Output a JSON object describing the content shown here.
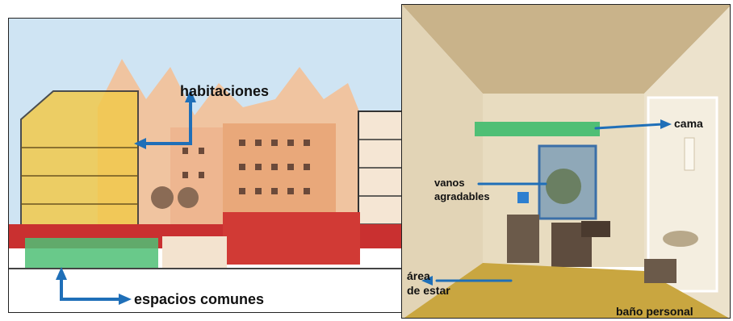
{
  "left_panel": {
    "labels": {
      "habitaciones": "habitaciones",
      "espacios_comunes": "espacios comunes"
    }
  },
  "right_panel": {
    "labels": {
      "cama": "cama",
      "vanos_line1": "vanos",
      "vanos_line2": "agradables",
      "area_line1": "área",
      "area_line2": "de estar",
      "bano": "baño personal"
    }
  },
  "colors": {
    "arrow": "#1f6fb8",
    "highlight_yellow": "#f2c94c",
    "highlight_green": "#4fbf75",
    "facade_red": "#c93030",
    "sky": "#cfe4f3",
    "floor": "#c9a640"
  }
}
